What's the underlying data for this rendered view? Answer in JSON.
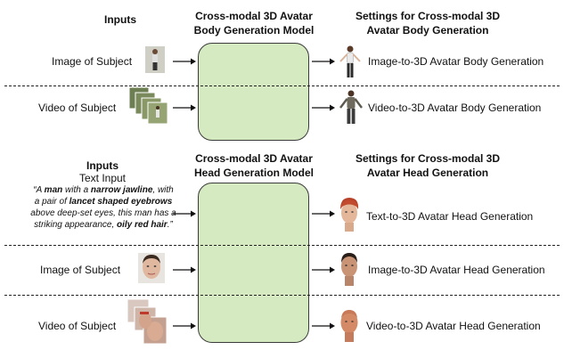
{
  "body_section": {
    "inputs_header": "Inputs",
    "model_header_line1": "Cross-modal 3D Avatar",
    "model_header_line2": "Body Generation Model",
    "settings_header_line1": "Settings for Cross-modal 3D",
    "settings_header_line2": "Avatar Body Generation",
    "rows": [
      {
        "input": "Image of Subject",
        "output": "Image-to-3D Avatar Body Generation"
      },
      {
        "input": "Video of Subject",
        "output": "Video-to-3D Avatar Body Generation"
      }
    ]
  },
  "head_section": {
    "inputs_header": "Inputs",
    "text_input_label": "Text Input",
    "quote": {
      "q1": "“A ",
      "b1": "man",
      "q2": " with a ",
      "b2": "narrow jawline",
      "q3": ", with",
      "q4": "a pair of ",
      "b3": "lancet shaped eyebrows",
      "q5": "above deep-set eyes, this man has a",
      "q6": "striking appearance, ",
      "b4": "oily red hair",
      "q7": ".”"
    },
    "model_header_line1": "Cross-modal 3D Avatar",
    "model_header_line2": "Head Generation Model",
    "settings_header_line1": "Settings for Cross-modal 3D",
    "settings_header_line2": "Avatar Head Generation",
    "rows": [
      {
        "input": "",
        "output": "Text-to-3D Avatar Head Generation"
      },
      {
        "input": "Image of Subject",
        "output": "Image-to-3D Avatar Head Generation"
      },
      {
        "input": "Video of Subject",
        "output": "Video-to-3D Avatar Head Generation"
      }
    ]
  },
  "colors": {
    "model_fill": "#d5eac0",
    "model_border": "#3b3b3b",
    "dash": "#222222"
  },
  "icons": [
    "arrow-icon",
    "subject-photo",
    "video-frames",
    "avatar-body",
    "avatar-head"
  ]
}
